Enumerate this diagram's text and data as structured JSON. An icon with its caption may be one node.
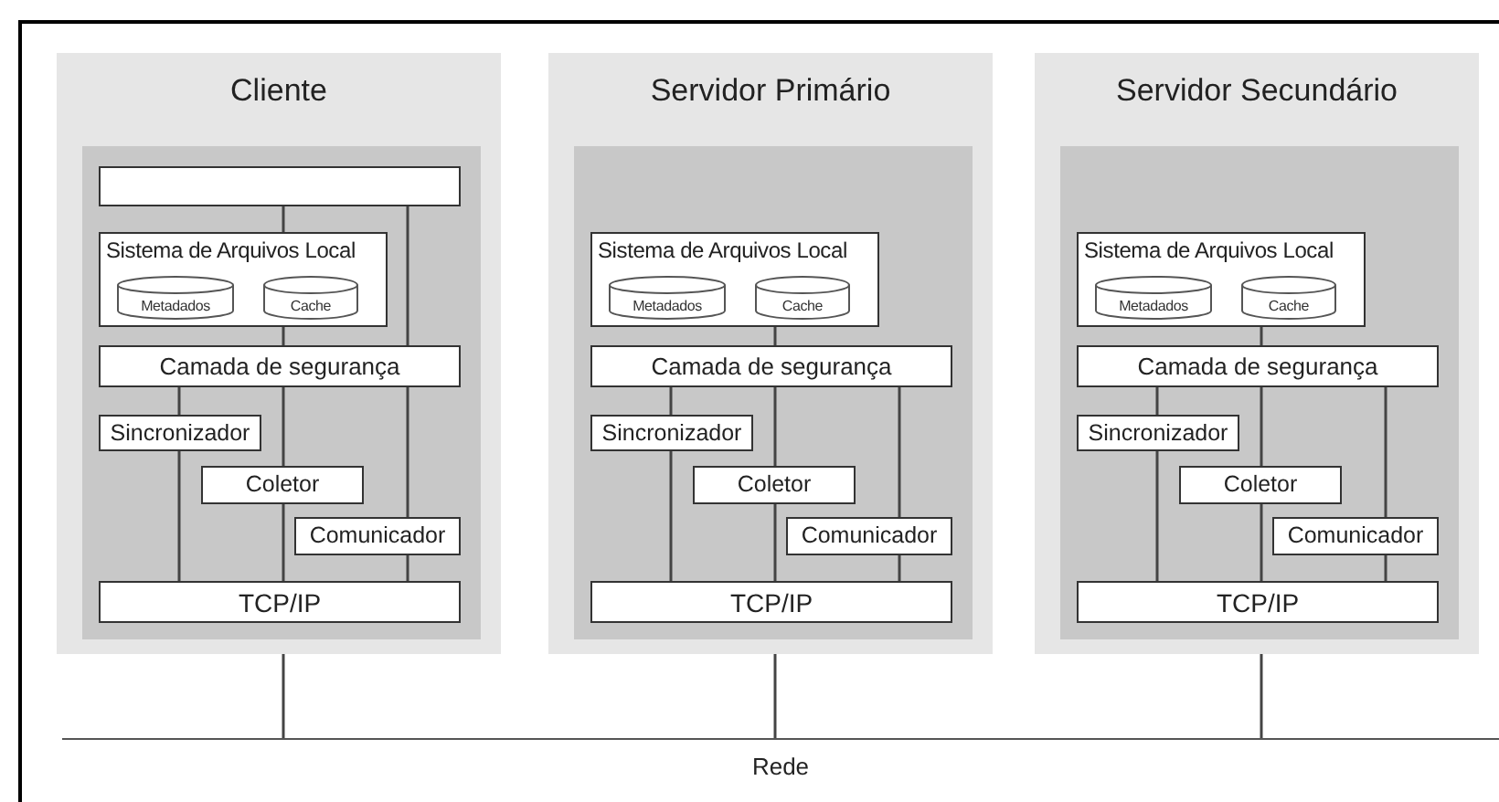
{
  "diagram": {
    "nodes": [
      {
        "text": [
          "Cliente"
        ]
      },
      {
        "text": [],
        "shape": "box",
        "in": 0
      },
      {
        "text": [],
        "shape": "box",
        "in": 1
      },
      {
        "text": [
          "Sistema de Arquivos Local"
        ],
        "in": 1
      },
      {
        "text": [
          "Metadados"
        ],
        "in": 3
      },
      {
        "text": [
          "Cache"
        ],
        "in": 3
      },
      {
        "text": [
          "Camada de segurança"
        ],
        "in": 1
      },
      {
        "text": [
          "Sincronizador"
        ],
        "in": 1
      },
      {
        "text": [
          "Coletor"
        ],
        "in": 1
      },
      {
        "text": [
          "Comunicador"
        ],
        "in": 1
      },
      {
        "text": [
          "TCP/IP"
        ],
        "in": 1
      },
      {
        "text": [
          "Servidor Primário"
        ]
      },
      {
        "text": [],
        "shape": "box",
        "in": 11
      },
      {
        "text": [
          "Sistema de Arquivos Local"
        ],
        "in": 12
      },
      {
        "text": [
          "Metadados"
        ],
        "in": 13
      },
      {
        "text": [
          "Cache"
        ],
        "in": 13
      },
      {
        "text": [
          "Camada de segurança"
        ],
        "in": 12
      },
      {
        "text": [
          "Sincronizador"
        ],
        "in": 12
      },
      {
        "text": [
          "Coletor"
        ],
        "in": 12
      },
      {
        "text": [
          "Comunicador"
        ],
        "in": 12
      },
      {
        "text": [
          "TCP/IP"
        ],
        "in": 12
      },
      {
        "text": [
          "Servidor Secundário"
        ]
      },
      {
        "text": [],
        "shape": "box",
        "in": 21
      },
      {
        "text": [
          "Sistema de Arquivos Local"
        ],
        "in": 22
      },
      {
        "text": [
          "Metadados"
        ],
        "in": 23
      },
      {
        "text": [
          "Cache"
        ],
        "in": 23
      },
      {
        "text": [
          "Camada de segurança"
        ],
        "in": 22
      },
      {
        "text": [
          "Sincronizador"
        ],
        "in": 22
      },
      {
        "text": [
          "Coletor"
        ],
        "in": 22
      },
      {
        "text": [
          "Comunicador"
        ],
        "in": 22
      },
      {
        "text": [
          "TCP/IP"
        ],
        "in": 22
      },
      {
        "text": [
          "Rede"
        ]
      }
    ],
    "edges": [
      {
        "from": 2,
        "to": 3,
        "arrow": "none"
      },
      {
        "from": 3,
        "to": 6,
        "arrow": "none"
      },
      {
        "from": 2,
        "to": 6,
        "arrow": "none"
      },
      {
        "from": 6,
        "to": 7,
        "arrow": "none"
      },
      {
        "from": 6,
        "to": 8,
        "arrow": "none"
      },
      {
        "from": 6,
        "to": 9,
        "arrow": "none"
      },
      {
        "from": 7,
        "to": 10,
        "arrow": "none"
      },
      {
        "from": 8,
        "to": 10,
        "arrow": "none"
      },
      {
        "from": 9,
        "to": 10,
        "arrow": "none"
      },
      {
        "from": 0,
        "to": 31,
        "arrow": "none"
      },
      {
        "from": 13,
        "to": 16,
        "arrow": "none"
      },
      {
        "from": 16,
        "to": 17,
        "arrow": "none"
      },
      {
        "from": 16,
        "to": 18,
        "arrow": "none"
      },
      {
        "from": 16,
        "to": 19,
        "arrow": "none"
      },
      {
        "from": 17,
        "to": 20,
        "arrow": "none"
      },
      {
        "from": 18,
        "to": 20,
        "arrow": "none"
      },
      {
        "from": 19,
        "to": 20,
        "arrow": "none"
      },
      {
        "from": 11,
        "to": 31,
        "arrow": "none"
      },
      {
        "from": 23,
        "to": 26,
        "arrow": "none"
      },
      {
        "from": 26,
        "to": 27,
        "arrow": "none"
      },
      {
        "from": 26,
        "to": 28,
        "arrow": "none"
      },
      {
        "from": 26,
        "to": 29,
        "arrow": "none"
      },
      {
        "from": 27,
        "to": 30,
        "arrow": "none"
      },
      {
        "from": 28,
        "to": 30,
        "arrow": "none"
      },
      {
        "from": 29,
        "to": 30,
        "arrow": "none"
      },
      {
        "from": 21,
        "to": 31,
        "arrow": "none"
      }
    ]
  }
}
